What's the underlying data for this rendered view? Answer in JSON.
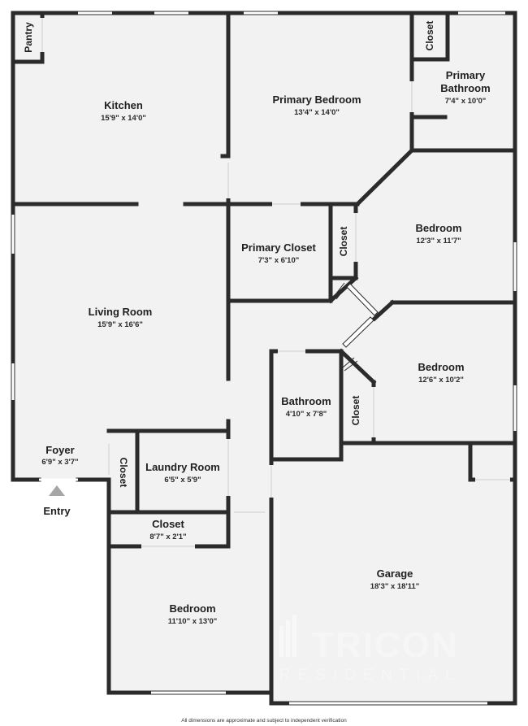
{
  "rooms": {
    "pantry": {
      "name": "Pantry"
    },
    "kitchen": {
      "name": "Kitchen",
      "dim": "15'9\" x 14'0\""
    },
    "primary_bedroom": {
      "name": "Primary Bedroom",
      "dim": "13'4\" x 14'0\""
    },
    "closet_top": {
      "name": "Closet"
    },
    "primary_bathroom": {
      "name_line1": "Primary",
      "name_line2": "Bathroom",
      "dim": "7'4\" x 10'0\""
    },
    "primary_closet": {
      "name": "Primary Closet",
      "dim": "7'3\" x 6'10\""
    },
    "closet_mid": {
      "name": "Closet"
    },
    "bedroom_ne": {
      "name": "Bedroom",
      "dim": "12'3\" x 11'7\""
    },
    "living_room": {
      "name": "Living Room",
      "dim": "15'9\" x 16'6\""
    },
    "bedroom_e": {
      "name": "Bedroom",
      "dim": "12'6\" x 10'2\""
    },
    "bathroom": {
      "name": "Bathroom",
      "dim": "4'10\" x 7'8\""
    },
    "closet_bath": {
      "name": "Closet"
    },
    "foyer": {
      "name": "Foyer",
      "dim": "6'9\" x 3'7\""
    },
    "closet_foyer": {
      "name": "Closet"
    },
    "laundry": {
      "name": "Laundry Room",
      "dim": "6'5\" x 5'9\""
    },
    "closet_low": {
      "name": "Closet",
      "dim": "8'7\" x 2'1\""
    },
    "garage": {
      "name": "Garage",
      "dim": "18'3\" x 18'11\""
    },
    "bedroom_sw": {
      "name": "Bedroom",
      "dim": "11'10\" x 13'0\""
    }
  },
  "entry": {
    "label": "Entry"
  },
  "watermark": {
    "line1": "TRICON",
    "line2": "RESIDENTIAL"
  },
  "footer": {
    "disclaimer": "All dimensions are approximate and subject to independent verification"
  },
  "colors": {
    "wall": "#2b2b2b",
    "floor": "#f2f2f2",
    "window": "#ffffff",
    "entry_marker": "#a6a6a6"
  }
}
